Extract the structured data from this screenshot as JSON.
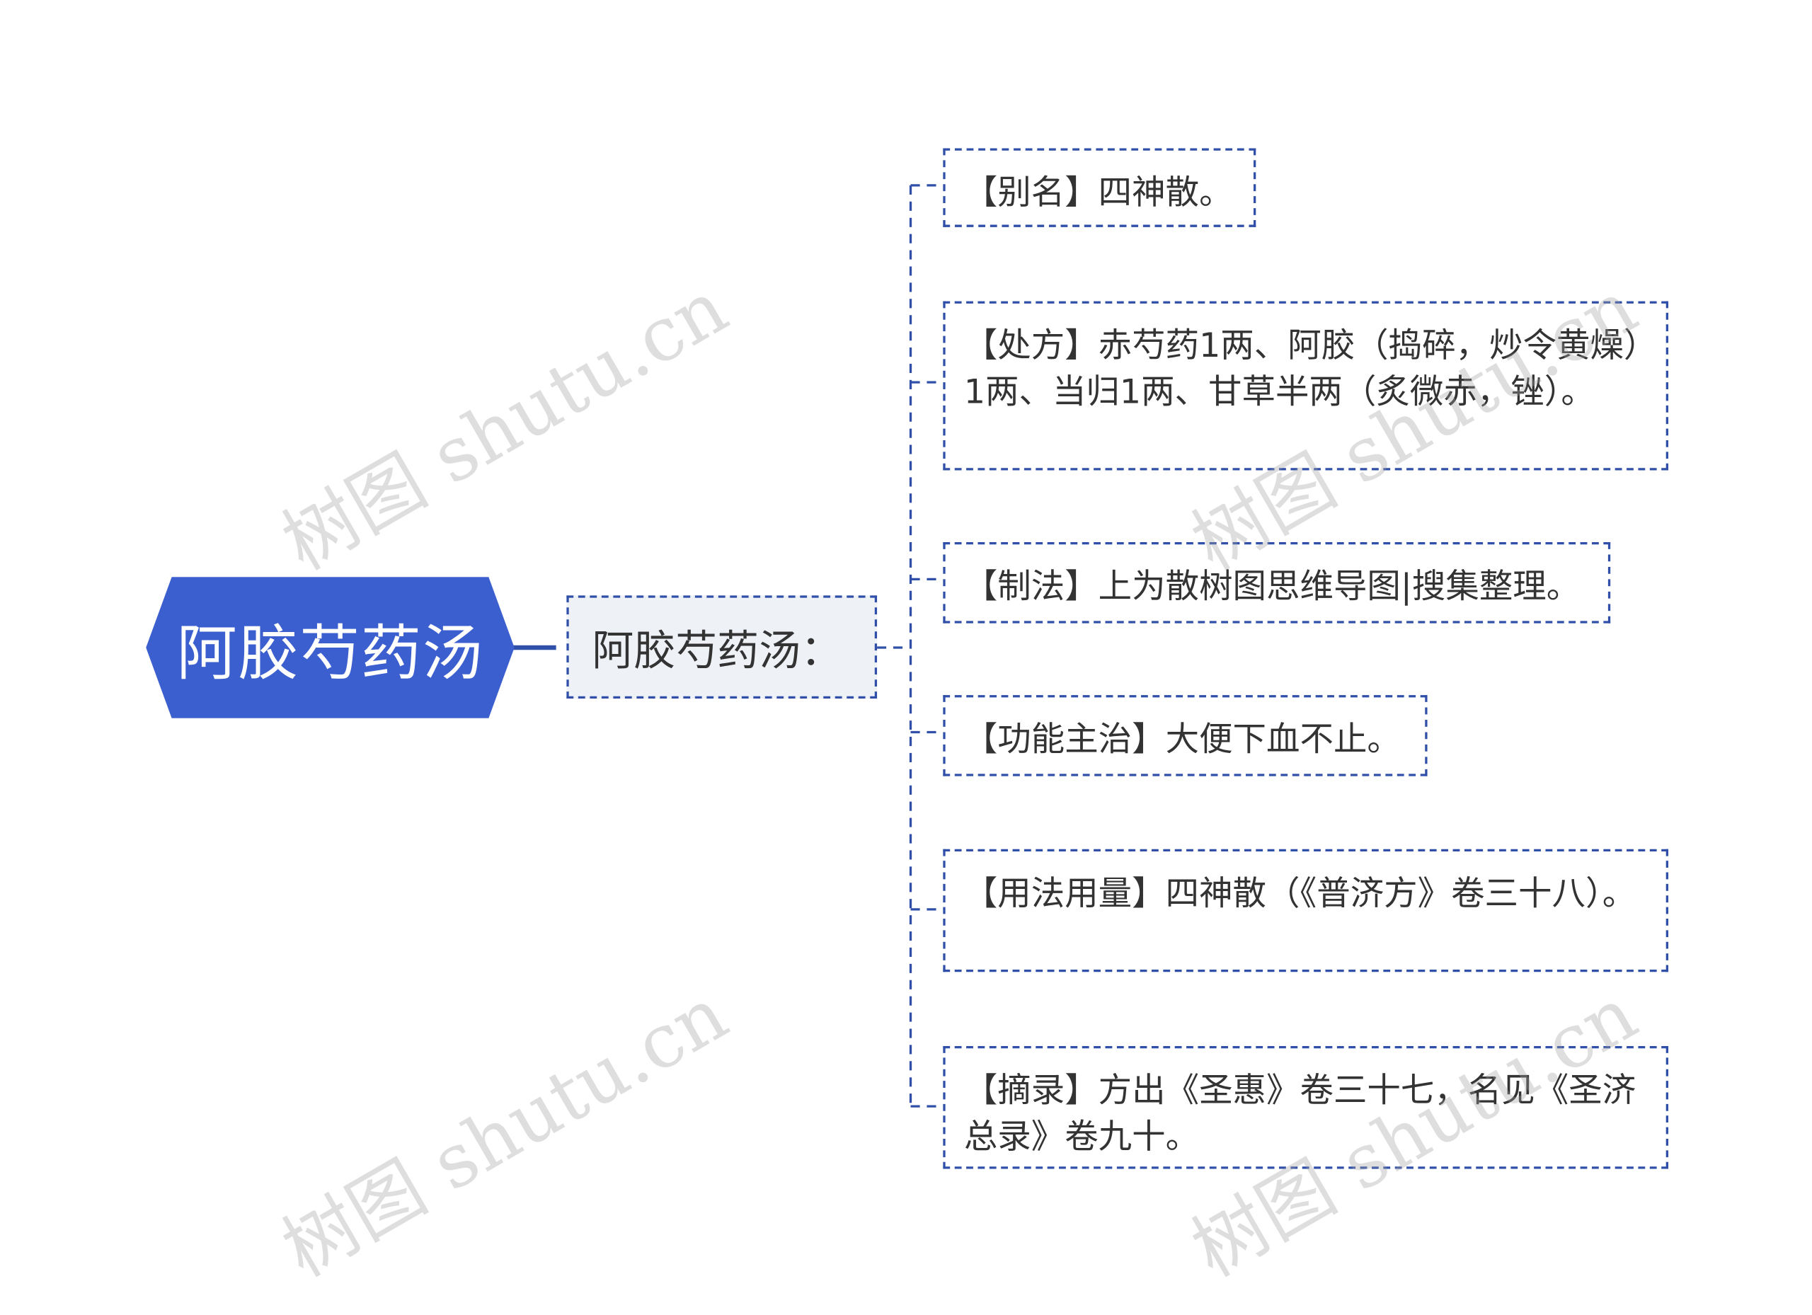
{
  "root": {
    "label": "阿胶芍药汤"
  },
  "branch": {
    "label": "阿胶芍药汤："
  },
  "leaves": [
    {
      "text": "【别名】四神散。"
    },
    {
      "text": "【处方】赤芍药1两、阿胶（捣碎，炒令黄燥）1两、当归1两、甘草半两（炙微赤，锉）。"
    },
    {
      "text": "【制法】上为散树图思维导图|搜集整理。"
    },
    {
      "text": "【功能主治】大便下血不止。"
    },
    {
      "text": "【用法用量】四神散（《普济方》卷三十八）。"
    },
    {
      "text": "【摘录】方出《圣惠》卷三十七，名见《圣济总录》卷九十。"
    }
  ],
  "watermark": {
    "text": "树图 shutu.cn"
  },
  "colors": {
    "root_fill": "#3b5fcf",
    "border": "#2f4fa8",
    "branch_fill": "#eef2f7"
  }
}
